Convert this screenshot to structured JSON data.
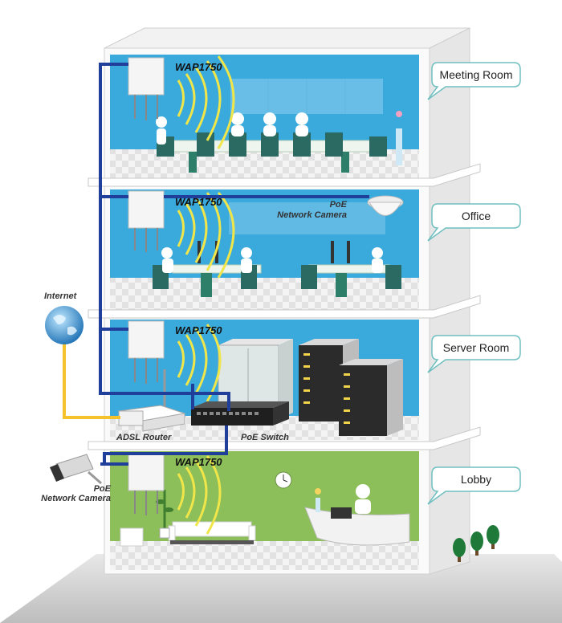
{
  "floors": [
    {
      "callout": "Meeting Room",
      "ap_label": "WAP1750"
    },
    {
      "callout": "Office",
      "ap_label": "WAP1750",
      "camera_label_line1": "PoE",
      "camera_label_line2": "Network Camera"
    },
    {
      "callout": "Server Room",
      "ap_label": "WAP1750",
      "router_label": "ADSL Router",
      "switch_label": "PoE Switch"
    },
    {
      "callout": "Lobby",
      "ap_label": "WAP1750",
      "camera_label_line1": "PoE",
      "camera_label_line2": "Network Camera"
    }
  ],
  "internet_label": "Internet",
  "colors": {
    "wall_blue": "#3aa9dc",
    "wall_green": "#8cbe5a",
    "cable_blue": "#1f3f9a",
    "cable_yellow": "#f5c22b",
    "wifi_yellow": "#f0e64a",
    "callout_border": "#6fbfc0"
  }
}
